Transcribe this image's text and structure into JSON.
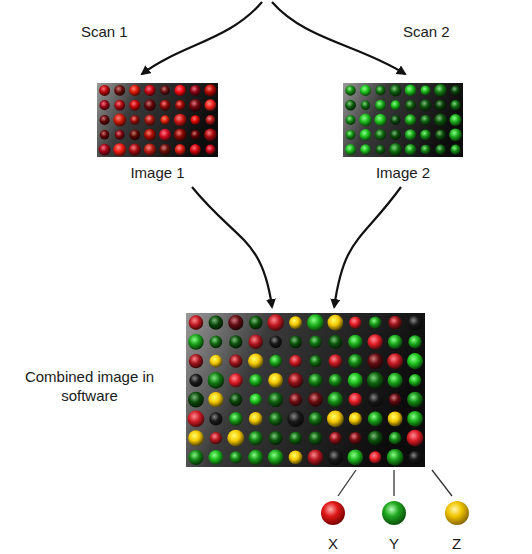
{
  "diagram": {
    "nodes": [
      {
        "text": [
          "Image 1"
        ]
      },
      {
        "text": [
          "Image 2"
        ]
      },
      {
        "text": [
          "Combined image in software"
        ]
      }
    ],
    "edges": [
      {
        "from": 0,
        "to": 2,
        "arrow": "to"
      },
      {
        "from": 1,
        "to": 2,
        "arrow": "to"
      }
    ],
    "labels": [
      "Scan 1",
      "Scan 2",
      "X",
      "Y",
      "Z"
    ]
  }
}
